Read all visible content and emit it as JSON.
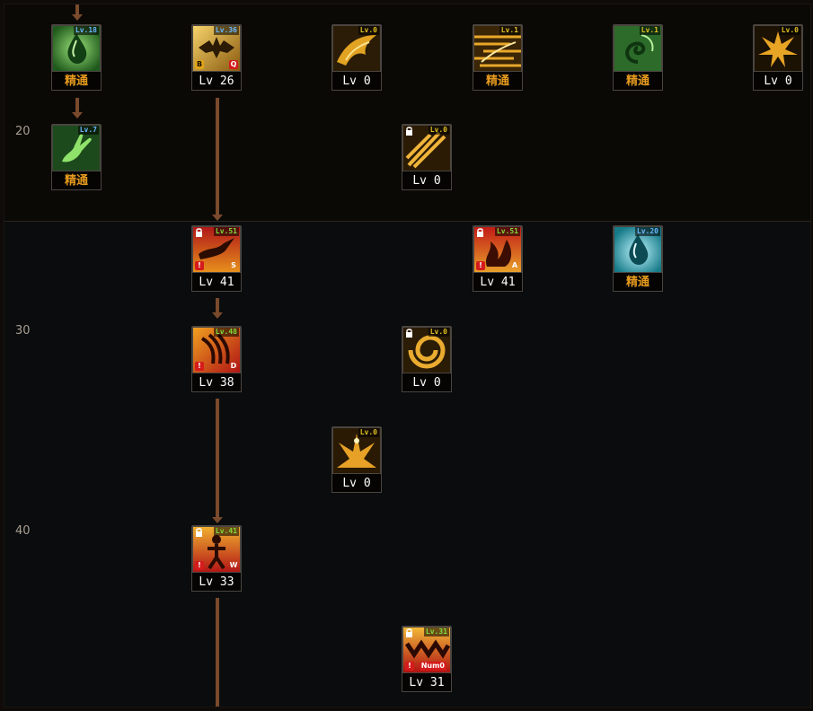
{
  "level_markers": [
    "20",
    "30",
    "40"
  ],
  "colors": {
    "background": "#0b0906",
    "connector": "#7a4a2c",
    "mastery_text": "#e59a1e"
  },
  "skills": [
    {
      "id": "r1c1",
      "tag": "Lv.18",
      "caption": "精通",
      "theme": "green",
      "icon": "drop-icon"
    },
    {
      "id": "r1c2",
      "tag": "Lv.36",
      "caption": "Lv 26",
      "theme": "gold",
      "icon": "bat-icon",
      "badge_left": "B",
      "badge_right": "Q"
    },
    {
      "id": "r1c3",
      "tag": "Lv.0",
      "caption": "Lv 0",
      "theme": "gold",
      "icon": "wing-icon"
    },
    {
      "id": "r1c4",
      "tag": "Lv.1",
      "caption": "精通",
      "theme": "gold",
      "icon": "stripes-icon"
    },
    {
      "id": "r1c5",
      "tag": "Lv.1",
      "caption": "精通",
      "theme": "green",
      "icon": "swirl-icon"
    },
    {
      "id": "r1c6",
      "tag": "Lv.0",
      "caption": "Lv 0",
      "theme": "gold",
      "icon": "burst-icon"
    },
    {
      "id": "r2c1",
      "tag": "Lv.7",
      "caption": "精通",
      "theme": "green",
      "icon": "hand-icon"
    },
    {
      "id": "r2c3",
      "tag": "Lv.0",
      "caption": "Lv 0",
      "theme": "gold",
      "icon": "slash-icon",
      "locked": true
    },
    {
      "id": "r3c2",
      "tag": "Lv.51",
      "caption": "Lv 41",
      "theme": "red",
      "icon": "dash-icon",
      "locked": true,
      "badge_left": "!",
      "badge_right": "S"
    },
    {
      "id": "r3c4",
      "tag": "Lv.51",
      "caption": "Lv 41",
      "theme": "red",
      "icon": "flame-icon",
      "locked": true,
      "badge_left": "!",
      "badge_right": "A"
    },
    {
      "id": "r3c5",
      "tag": "Lv.20",
      "caption": "精通",
      "theme": "cyan",
      "icon": "water-drop-icon"
    },
    {
      "id": "r4c2",
      "tag": "Lv.48",
      "caption": "Lv 38",
      "theme": "red",
      "icon": "claw-icon",
      "badge_left": "!",
      "badge_right": "D"
    },
    {
      "id": "r4c3",
      "tag": "Lv.0",
      "caption": "Lv 0",
      "theme": "gold",
      "icon": "spiral-icon",
      "locked": true
    },
    {
      "id": "r5c3",
      "tag": "Lv.0",
      "caption": "Lv 0",
      "theme": "gold",
      "icon": "rise-icon"
    },
    {
      "id": "r6c2",
      "tag": "Lv.41",
      "caption": "Lv 33",
      "theme": "red",
      "icon": "figure-icon",
      "locked": true,
      "badge_left": "!",
      "badge_right": "W"
    },
    {
      "id": "r7c3",
      "tag": "Lv.31",
      "caption": "Lv 31",
      "theme": "red",
      "icon": "zigzag-icon",
      "locked": true,
      "badge_left": "!",
      "badge_right": "Num0"
    }
  ]
}
